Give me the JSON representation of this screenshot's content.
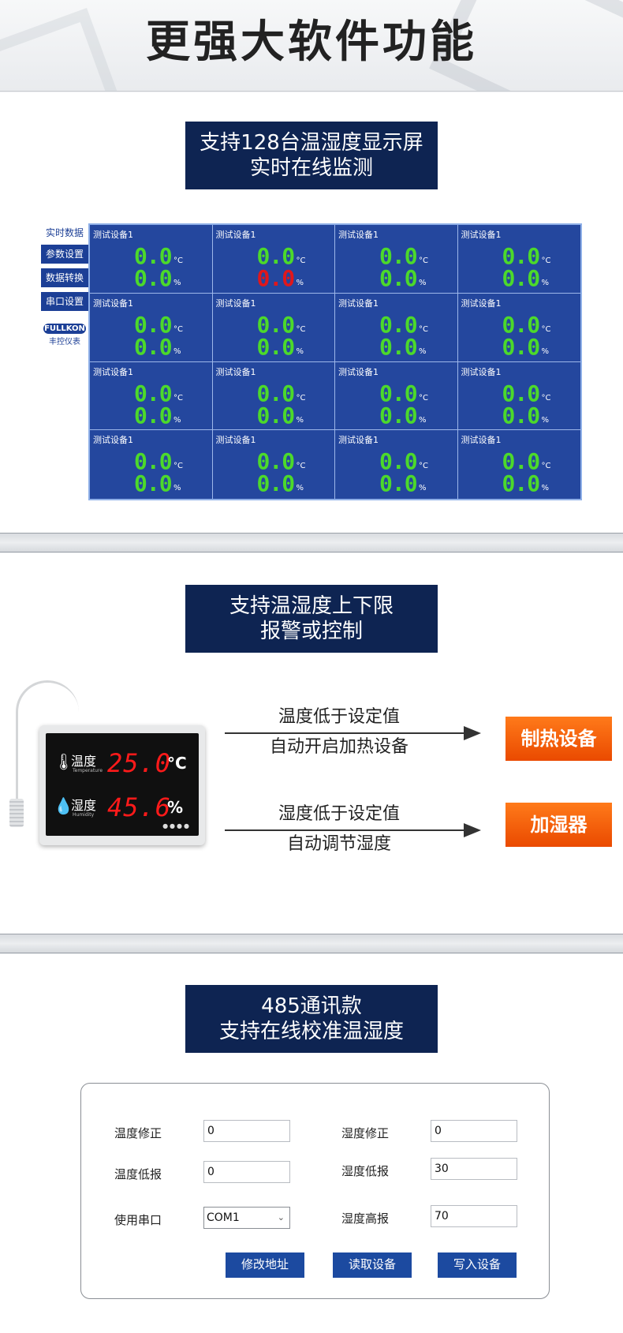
{
  "header": {
    "title": "更强大软件功能"
  },
  "section1": {
    "banner": [
      "支持128台温湿度显示屏",
      "实时在线监测"
    ],
    "menu": [
      "实时数据",
      "参数设置",
      "数据转换",
      "串口设置"
    ],
    "brand": {
      "name": "FULLKON",
      "sub": "丰控仪表"
    },
    "unit_temp": "°C",
    "unit_hum": "%",
    "cells": [
      {
        "title": "测试设备1",
        "temp": "0.0",
        "hum": "0.0",
        "hum_alarm": false
      },
      {
        "title": "测试设备1",
        "temp": "0.0",
        "hum": "0.0",
        "hum_alarm": true
      },
      {
        "title": "测试设备1",
        "temp": "0.0",
        "hum": "0.0",
        "hum_alarm": false
      },
      {
        "title": "测试设备1",
        "temp": "0.0",
        "hum": "0.0",
        "hum_alarm": false
      },
      {
        "title": "测试设备1",
        "temp": "0.0",
        "hum": "0.0",
        "hum_alarm": false
      },
      {
        "title": "测试设备1",
        "temp": "0.0",
        "hum": "0.0",
        "hum_alarm": false
      },
      {
        "title": "测试设备1",
        "temp": "0.0",
        "hum": "0.0",
        "hum_alarm": false
      },
      {
        "title": "测试设备1",
        "temp": "0.0",
        "hum": "0.0",
        "hum_alarm": false
      },
      {
        "title": "测试设备1",
        "temp": "0.0",
        "hum": "0.0",
        "hum_alarm": false
      },
      {
        "title": "测试设备1",
        "temp": "0.0",
        "hum": "0.0",
        "hum_alarm": false
      },
      {
        "title": "测试设备1",
        "temp": "0.0",
        "hum": "0.0",
        "hum_alarm": false
      },
      {
        "title": "测试设备1",
        "temp": "0.0",
        "hum": "0.0",
        "hum_alarm": false
      },
      {
        "title": "测试设备1",
        "temp": "0.0",
        "hum": "0.0",
        "hum_alarm": false
      },
      {
        "title": "测试设备1",
        "temp": "0.0",
        "hum": "0.0",
        "hum_alarm": false
      },
      {
        "title": "测试设备1",
        "temp": "0.0",
        "hum": "0.0",
        "hum_alarm": false
      },
      {
        "title": "测试设备1",
        "temp": "0.0",
        "hum": "0.0",
        "hum_alarm": false
      }
    ],
    "colors": {
      "panel": "#24479e",
      "value": "#4cd92b",
      "alarm": "#e0171b"
    }
  },
  "section2": {
    "banner": [
      "支持温湿度上下限",
      "报警或控制"
    ],
    "device": {
      "temp_label": "温度",
      "temp_sub": "Temperature",
      "temp_value": "25.0",
      "temp_unit": "°C",
      "hum_label": "湿度",
      "hum_sub": "Humidity",
      "hum_value": "45.6",
      "hum_unit": "%",
      "dots": "●●●●"
    },
    "rules": [
      {
        "line1": "温度低于设定值",
        "line2": "自动开启加热设备",
        "target": "制热设备"
      },
      {
        "line1": "湿度低于设定值",
        "line2": "自动调节湿度",
        "target": "加湿器"
      }
    ]
  },
  "section3": {
    "banner": [
      "485通讯款",
      "支持在线校准温湿度"
    ],
    "fields": {
      "temp_corr_label": "温度修正",
      "temp_corr_value": "0",
      "hum_corr_label": "湿度修正",
      "hum_corr_value": "0",
      "temp_low_label": "温度低报",
      "temp_low_value": "0",
      "hum_low_label": "湿度低报",
      "hum_low_value": "30",
      "port_label": "使用串口",
      "port_value": "COM1",
      "hum_high_label": "湿度高报",
      "hum_high_value": "70"
    },
    "buttons": {
      "modify": "修改地址",
      "read": "读取设备",
      "write": "写入设备"
    }
  }
}
